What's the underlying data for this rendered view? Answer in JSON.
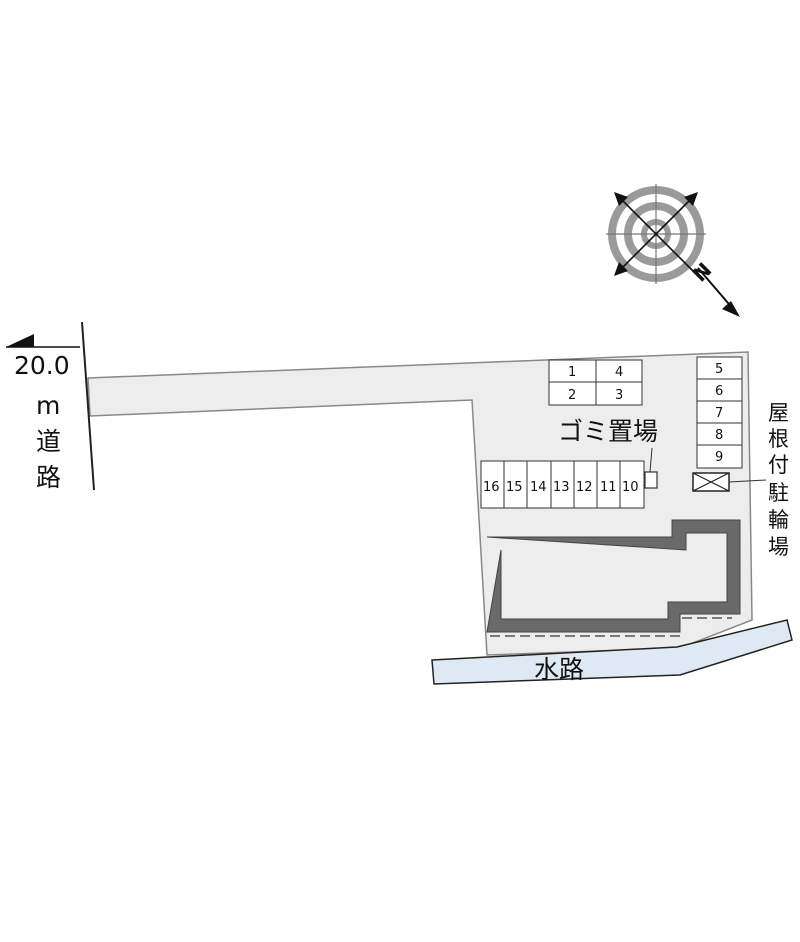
{
  "road": {
    "width_value": "20.0",
    "width_unit": "m",
    "label_chars": [
      "道",
      "路"
    ]
  },
  "compass": {
    "north_letter": "N"
  },
  "parking": {
    "top_grid": [
      "1",
      "4",
      "2",
      "3"
    ],
    "right_column": [
      "5",
      "6",
      "7",
      "8",
      "9"
    ],
    "bottom_row": [
      "16",
      "15",
      "14",
      "13",
      "12",
      "11",
      "10"
    ]
  },
  "garbage_label": "ゴミ置場",
  "bike_parking_chars": [
    "屋",
    "根",
    "付",
    "駐",
    "輪",
    "場"
  ],
  "waterway_label": "水路",
  "colors": {
    "lot": "#ededed",
    "building": "#6a6a6a",
    "waterway": "#dfe9f3",
    "outline": "#888888"
  }
}
